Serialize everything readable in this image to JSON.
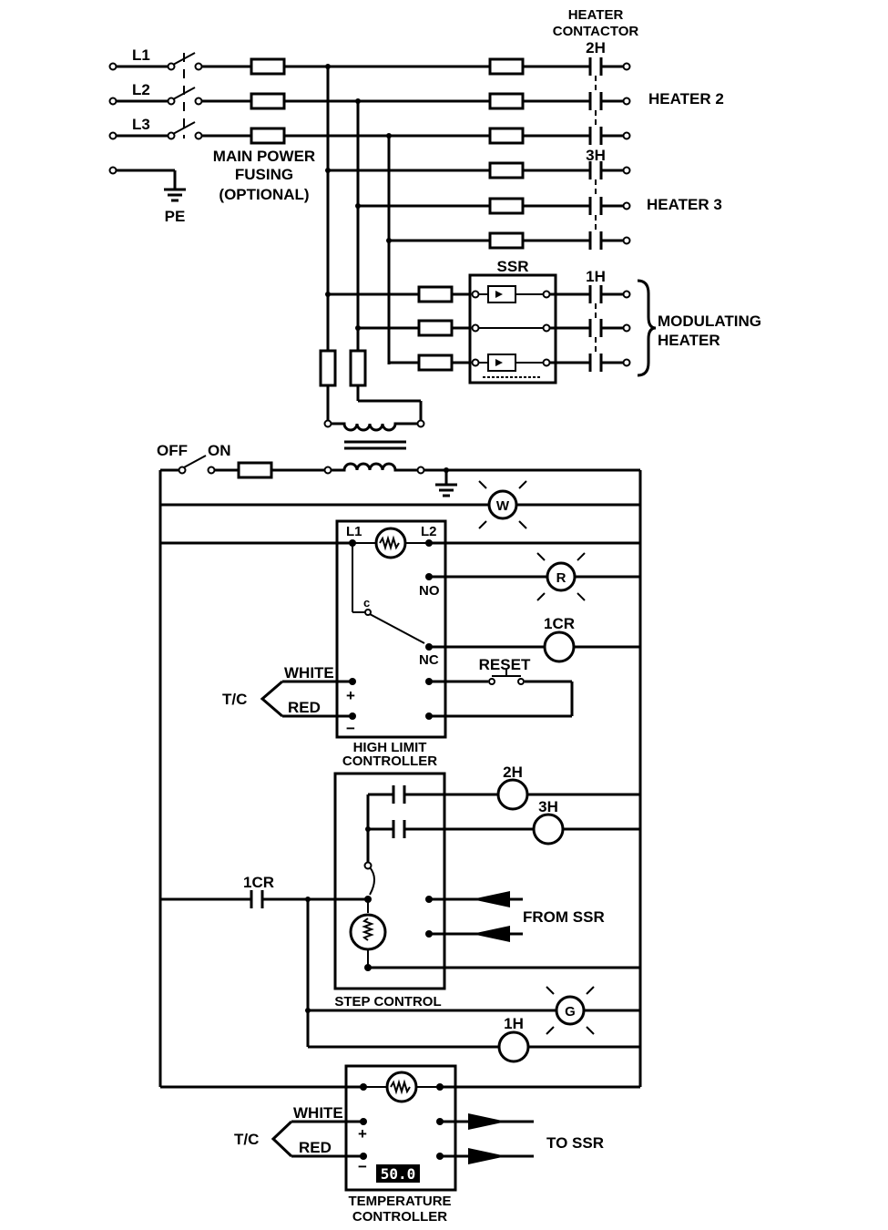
{
  "labels": {
    "l1": "L1",
    "l2": "L2",
    "l3": "L3",
    "pe": "PE",
    "main_fusing_1": "MAIN POWER",
    "main_fusing_2": "FUSING",
    "main_fusing_3": "(OPTIONAL)",
    "heater_contactor_1": "HEATER",
    "heater_contactor_2": "CONTACTOR",
    "contact_2h": "2H",
    "contact_3h": "3H",
    "contact_1h": "1H",
    "heater_2": "HEATER 2",
    "heater_3": "HEATER 3",
    "ssr": "SSR",
    "modulating_1": "MODULATING",
    "modulating_2": "HEATER",
    "off": "OFF",
    "on": "ON",
    "lamp_w": "W",
    "lamp_r": "R",
    "lamp_g": "G",
    "hl_l1": "L1",
    "hl_l2": "L2",
    "hl_no": "NO",
    "hl_c": "c",
    "hl_nc": "NC",
    "coil_1cr": "1CR",
    "reset": "RESET",
    "white_1": "WHITE",
    "red_1": "RED",
    "tc_1": "T/C",
    "plus_1": "+",
    "minus_1": "−",
    "high_limit_1": "HIGH LIMIT",
    "high_limit_2": "CONTROLLER",
    "coil_2h": "2H",
    "coil_3h": "3H",
    "contact_1cr": "1CR",
    "from_ssr": "FROM SSR",
    "step_control": "STEP CONTROL",
    "coil_1h": "1H",
    "white_2": "WHITE",
    "red_2": "RED",
    "tc_2": "T/C",
    "plus_2": "+",
    "minus_2": "−",
    "display": "50.0",
    "to_ssr": "TO SSR",
    "temp_ctrl_1": "TEMPERATURE",
    "temp_ctrl_2": "CONTROLLER"
  }
}
